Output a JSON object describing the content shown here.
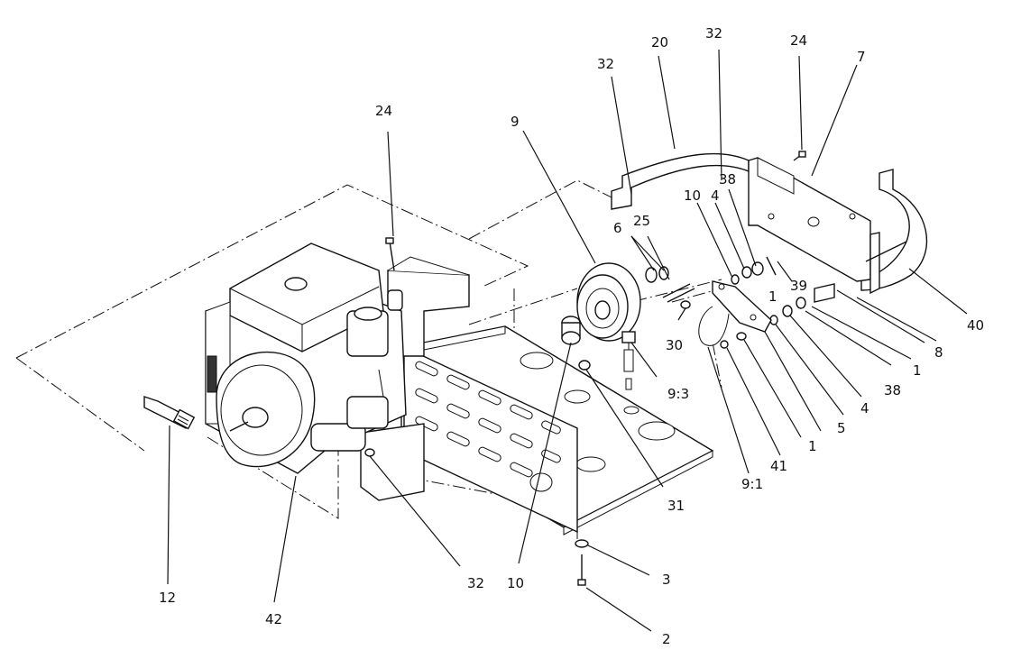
{
  "callouts": [
    {
      "id": "c24a",
      "label": "24"
    },
    {
      "id": "c9",
      "label": "9"
    },
    {
      "id": "c32a",
      "label": "32"
    },
    {
      "id": "c20",
      "label": "20"
    },
    {
      "id": "c32b",
      "label": "32"
    },
    {
      "id": "c24b",
      "label": "24"
    },
    {
      "id": "c7",
      "label": "7"
    },
    {
      "id": "c38a",
      "label": "38"
    },
    {
      "id": "c10a",
      "label": "10"
    },
    {
      "id": "c4a",
      "label": "4"
    },
    {
      "id": "c25",
      "label": "25"
    },
    {
      "id": "c6",
      "label": "6"
    },
    {
      "id": "c39",
      "label": "39"
    },
    {
      "id": "c1a",
      "label": "1"
    },
    {
      "id": "c8",
      "label": "8"
    },
    {
      "id": "c40",
      "label": "40"
    },
    {
      "id": "c30",
      "label": "30"
    },
    {
      "id": "c1b",
      "label": "1"
    },
    {
      "id": "c38b",
      "label": "38"
    },
    {
      "id": "c4b",
      "label": "4"
    },
    {
      "id": "c5",
      "label": "5"
    },
    {
      "id": "c1c",
      "label": "1"
    },
    {
      "id": "c93",
      "label": "9:3"
    },
    {
      "id": "c41",
      "label": "41"
    },
    {
      "id": "c91",
      "label": "9:1"
    },
    {
      "id": "c31",
      "label": "31"
    },
    {
      "id": "c12",
      "label": "12"
    },
    {
      "id": "c42",
      "label": "42"
    },
    {
      "id": "c32c",
      "label": "32"
    },
    {
      "id": "c10b",
      "label": "10"
    },
    {
      "id": "c3",
      "label": "3"
    },
    {
      "id": "c2",
      "label": "2"
    }
  ]
}
